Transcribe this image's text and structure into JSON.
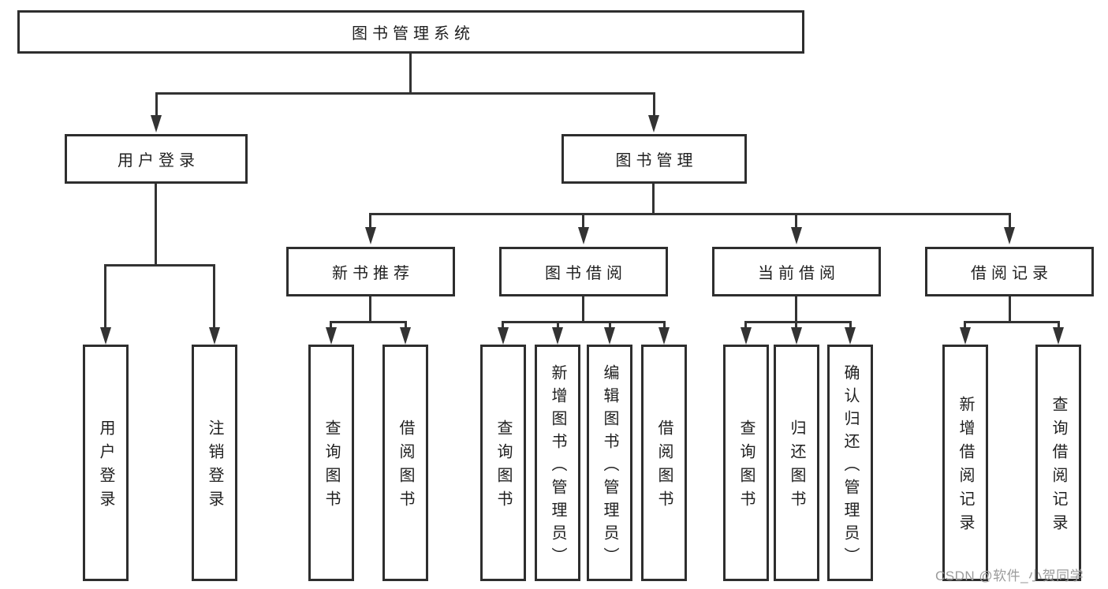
{
  "colors": {
    "line": "#333333",
    "box_border": "#2e2e2e",
    "text": "#1f1f1f",
    "watermark_text": "#9b9b9b",
    "background": "#ffffff"
  },
  "diagram": {
    "title": "图书管理系统",
    "level2": {
      "user_login": "用户登录",
      "book_management": "图书管理"
    },
    "level3": {
      "new_book_recommend": "新书推荐",
      "book_borrow": "图书借阅",
      "current_borrow": "当前借阅",
      "borrow_records": "借阅记录"
    },
    "leaves": {
      "user_login_leaf": "用户登录",
      "logout_leaf": "注销登录",
      "recommend_query_books": "查询图书",
      "recommend_borrow_books": "借阅图书",
      "borrow_query_books": "查询图书",
      "borrow_add_books": "新增图书（管理员）",
      "borrow_edit_books": "编辑图书（管理员）",
      "borrow_borrow_books": "借阅图书",
      "current_query_books": "查询图书",
      "current_return_books": "归还图书",
      "current_confirm_return": "确认归还（管理员）",
      "records_add_record": "新增借阅记录",
      "records_query_record": "查询借阅记录"
    },
    "watermark": "CSDN @软件_小贺同学"
  }
}
